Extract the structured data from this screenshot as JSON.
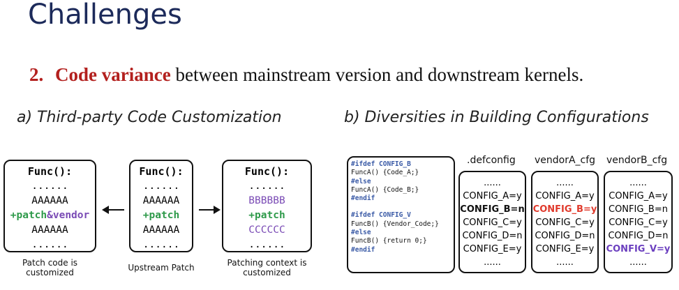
{
  "title": "Challenges",
  "point": {
    "num": "2.",
    "highlight": "Code variance",
    "rest": " between mainstream version and downstream kernels."
  },
  "sub_a": "a) Third-party Code Customization",
  "sub_b": "b) Diversities in Building Configurations",
  "boxes": [
    {
      "head": "Func():",
      "lines": [
        "......",
        "AAAAAA",
        "+patch&vendor",
        "AAAAAA",
        "......"
      ],
      "caption": [
        "Patch code is",
        "customized"
      ]
    },
    {
      "head": "Func():",
      "lines": [
        "......",
        "AAAAAA",
        "+patch",
        "AAAAAA",
        "......"
      ],
      "caption": [
        "Upstream Patch"
      ]
    },
    {
      "head": "Func():",
      "lines": [
        "......",
        "BBBBBB",
        "+patch",
        "CCCCCC",
        "......"
      ],
      "caption": [
        "Patching context is",
        "customized"
      ]
    }
  ],
  "code": [
    "#ifdef CONFIG_B",
    "FuncA() {Code_A;}",
    "#else",
    "FuncA() {Code_B;}",
    "#endif",
    "#ifdef CONFIG_V",
    "FuncB() {Vendor_Code;}",
    "#else",
    "FuncB() {return 0;}",
    "#endif"
  ],
  "configs": [
    {
      "name": ".defconfig",
      "lines": [
        "......",
        "CONFIG_A=y",
        "CONFIG_B=n",
        "CONFIG_C=y",
        "CONFIG_D=n",
        "CONFIG_E=y",
        "......"
      ]
    },
    {
      "name": "vendorA_cfg",
      "lines": [
        "......",
        "CONFIG_A=y",
        "CONFIG_B=y",
        "CONFIG_C=y",
        "CONFIG_D=n",
        "CONFIG_E=y",
        "......"
      ]
    },
    {
      "name": "vendorB_cfg",
      "lines": [
        "......",
        "CONFIG_A=y",
        "CONFIG_B=n",
        "CONFIG_C=y",
        "CONFIG_D=n",
        "CONFIG_V=y",
        "......"
      ]
    }
  ],
  "colors": {
    "title": "#1c2a5a",
    "highlight": "#b3201e",
    "green": "#2e9a4a",
    "purple": "#7a4bb5",
    "red": "#e03a2c",
    "keyword": "#3a5aa6"
  }
}
